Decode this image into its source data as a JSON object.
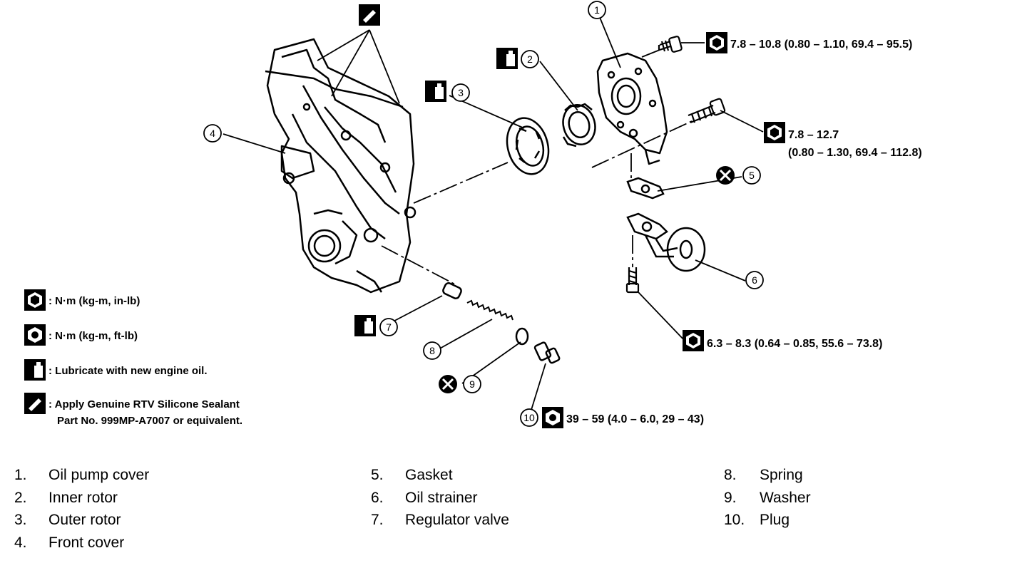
{
  "callouts": {
    "c1": "1",
    "c2": "2",
    "c3": "3",
    "c4": "4",
    "c5": "5",
    "c6": "6",
    "c7": "7",
    "c8": "8",
    "c9": "9",
    "c10": "10"
  },
  "torque": {
    "t1": "7.8 – 10.8 (0.80 – 1.10, 69.4 – 95.5)",
    "t2a": "7.8 – 12.7",
    "t2b": "(0.80 – 1.30, 69.4 – 112.8)",
    "t3": "6.3 – 8.3 (0.64 – 0.85, 55.6 – 73.8)",
    "t4": "39 – 59 (4.0 – 6.0, 29 – 43)"
  },
  "legend": {
    "nm_inlb": ": N·m (kg-m, in-lb)",
    "nm_ftlb": ": N·m (kg-m, ft-lb)",
    "lubricate": ": Lubricate with new engine oil.",
    "sealant1": ": Apply Genuine RTV Silicone Sealant",
    "sealant2": "Part No. 999MP-A7007 or equivalent."
  },
  "parts": [
    {
      "num": "1.",
      "name": "Oil pump cover"
    },
    {
      "num": "2.",
      "name": "Inner rotor"
    },
    {
      "num": "3.",
      "name": "Outer rotor"
    },
    {
      "num": "4.",
      "name": "Front cover"
    },
    {
      "num": "5.",
      "name": "Gasket"
    },
    {
      "num": "6.",
      "name": "Oil strainer"
    },
    {
      "num": "7.",
      "name": "Regulator valve"
    },
    {
      "num": "8.",
      "name": "Spring"
    },
    {
      "num": "9.",
      "name": "Washer"
    },
    {
      "num": "10.",
      "name": "Plug"
    }
  ]
}
